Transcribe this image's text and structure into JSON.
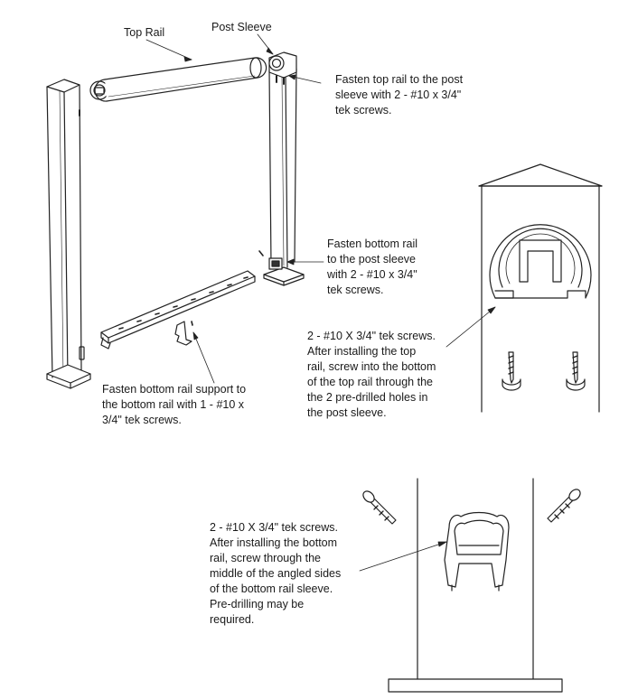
{
  "labels": {
    "top_rail": "Top Rail",
    "post_sleeve": "Post Sleeve",
    "fasten_top_rail": [
      "Fasten top rail to the post",
      "sleeve with 2 - #10 x 3/4\"",
      "tek screws."
    ],
    "fasten_bottom_rail": [
      "Fasten bottom rail",
      "to the post sleeve",
      "with 2 - #10 x 3/4\"",
      "tek screws."
    ],
    "fasten_support": [
      "Fasten bottom rail support to",
      "the bottom rail with 1 - #10 x",
      "3/4\" tek screws."
    ],
    "top_rail_screws": [
      "2 - #10 X 3/4\" tek screws.",
      "After installing the top",
      "rail, screw into the bottom",
      "of the top rail through the",
      "the 2 pre-drilled holes in",
      "the post sleeve."
    ],
    "bottom_rail_screws": [
      "2 - #10 X 3/4\" tek screws.",
      "After installing the bottom",
      "rail, screw through the",
      "middle of the angled sides",
      "of the bottom rail sleeve.",
      "Pre-drilling may be",
      "required."
    ]
  }
}
